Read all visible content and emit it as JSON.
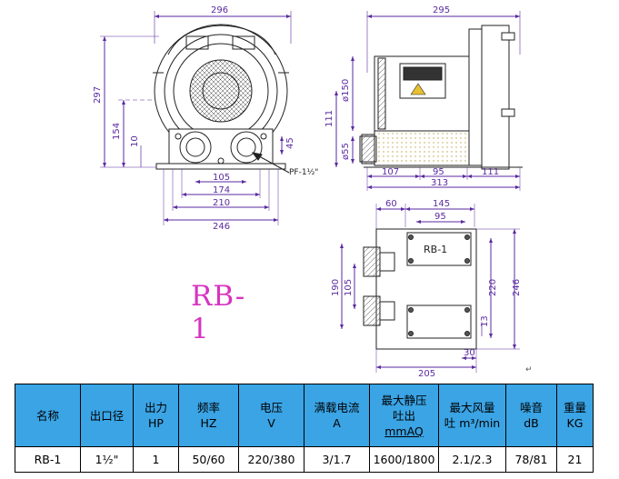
{
  "drawing": {
    "model": "RB-1",
    "front_view": {
      "dim_width_top": "296",
      "dim_height": "297",
      "dim_center_height": "154",
      "dim_small_10": "10",
      "dim_small_45": "45",
      "dim_port_spacing": "105",
      "dim_174": "174",
      "dim_210": "210",
      "dim_246": "246",
      "port_label": "PF-1½\""
    },
    "side_view": {
      "dim_total_top": "295",
      "dim_diameter_150": "ø150",
      "dim_diameter_55": "ø55",
      "dim_111_left": "111",
      "dim_107": "107",
      "dim_95": "95",
      "dim_111_right": "111",
      "dim_313": "313"
    },
    "plan_view": {
      "dim_60": "60",
      "dim_145": "145",
      "dim_95": "95",
      "dim_190": "190",
      "dim_105": "105",
      "dim_220": "220",
      "dim_246": "246",
      "dim_13": "13",
      "dim_30": "30",
      "dim_205": "205",
      "inner_label": "RB-1"
    }
  },
  "spec_table": {
    "headers": [
      {
        "line1": "名称",
        "line2": "",
        "line3": ""
      },
      {
        "line1": "出口径",
        "line2": "",
        "line3": ""
      },
      {
        "line1": "出力",
        "line2": "HP",
        "line3": ""
      },
      {
        "line1": "频率",
        "line2": "HZ",
        "line3": ""
      },
      {
        "line1": "电压",
        "line2": "V",
        "line3": ""
      },
      {
        "line1": "满载电流",
        "line2": "A",
        "line3": ""
      },
      {
        "line1": "最大静压",
        "line2": "吐出",
        "line3": "mmAQ"
      },
      {
        "line1": "最大风量",
        "line2": "吐 m³/min",
        "line3": ""
      },
      {
        "line1": "噪音",
        "line2": "dB",
        "line3": ""
      },
      {
        "line1": "重量",
        "line2": "KG",
        "line3": ""
      }
    ],
    "row": [
      "RB-1",
      "1½\"",
      "1",
      "50/60",
      "220/380",
      "3/1.7",
      "1600/1800",
      "2.1/2.3",
      "78/81",
      "21"
    ]
  }
}
